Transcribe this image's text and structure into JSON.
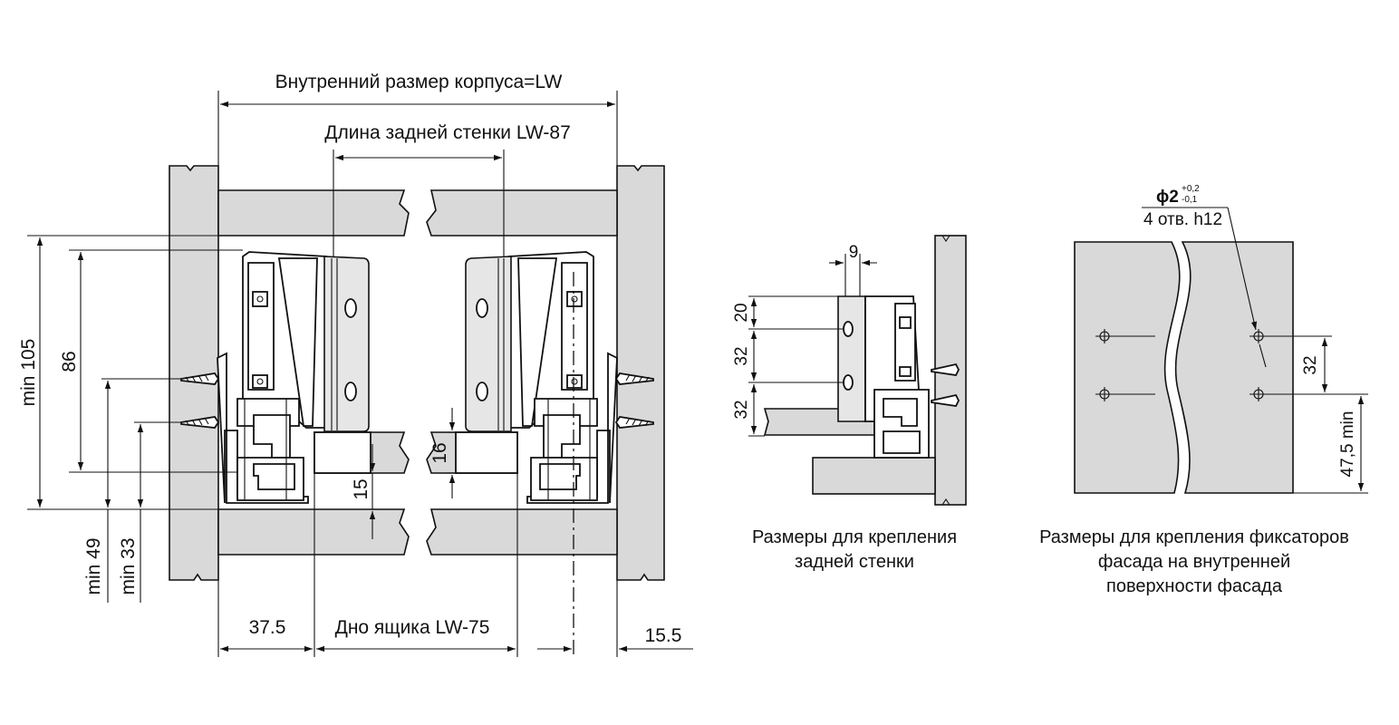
{
  "labels": {
    "inner_size": "Внутренний размер корпуса=LW",
    "back_wall_length": "Длина задней стенки  LW-87",
    "bottom": "Дно ящика  LW-75",
    "min105": "min 105",
    "d86": "86",
    "min49": "min 49",
    "min33": "min 33",
    "d37_5": "37.5",
    "d15_5": "15.5",
    "d16": "16",
    "d15": "15",
    "d9": "9",
    "d20": "20",
    "d32a": "32",
    "d32b": "32",
    "d32c": "32",
    "d47_5": "47,5 min",
    "hole_dia": "ϕ2",
    "hole_tol_plus": "+0,2",
    "hole_tol_minus": "-0,1",
    "hole_count": "4 отв. h12"
  },
  "captions": {
    "back_wall_1": "Размеры  для крепления",
    "back_wall_2": "задней стенки",
    "facade_1": "Размеры для крепления фиксаторов",
    "facade_2": "фасада на внутренней",
    "facade_3": "поверхности фасада"
  },
  "colors": {
    "panel": "#d9d9d9",
    "line": "#111111"
  }
}
